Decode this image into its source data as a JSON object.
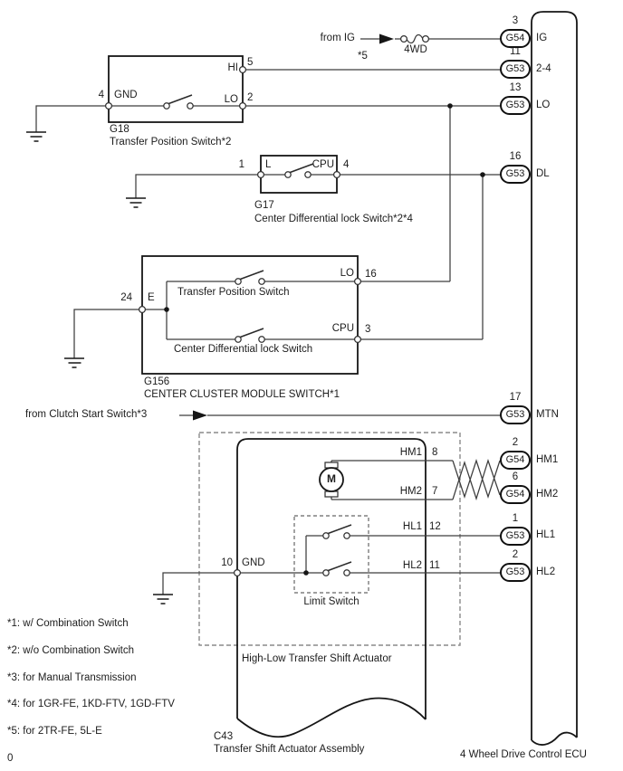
{
  "page": {
    "number": "0"
  },
  "power": {
    "from_ig": "from IG",
    "fuse": "4WD",
    "note5": "*5"
  },
  "clutch": {
    "label": "from Clutch Start Switch*3"
  },
  "g18": {
    "id": "G18",
    "name": "Transfer Position Switch*2",
    "hi": "HI",
    "lo": "LO",
    "gnd": "GND",
    "pin_hi": "5",
    "pin_lo": "2",
    "pin_gnd": "4"
  },
  "g17": {
    "id": "G17",
    "name": "Center Differential lock Switch*2*4",
    "l": "L",
    "cpu": "CPU",
    "pin_l": "1",
    "pin_cpu": "4"
  },
  "g156": {
    "id": "G156",
    "name": "CENTER CLUSTER MODULE SWITCH*1",
    "e": "E",
    "pin_e": "24",
    "sw1": "Transfer Position Switch",
    "sw1_out": "LO",
    "sw1_pin": "16",
    "sw2": "Center Differential lock Switch",
    "sw2_out": "CPU",
    "sw2_pin": "3"
  },
  "actuator": {
    "id": "C43",
    "name": "Transfer Shift Actuator Assembly",
    "hilow": "High-Low Transfer Shift Actuator",
    "limit": "Limit Switch",
    "motor": "M",
    "hm1": "HM1",
    "pin_hm1": "8",
    "hm2": "HM2",
    "pin_hm2": "7",
    "gnd": "GND",
    "pin_gnd": "10",
    "hl1": "HL1",
    "pin_hl1": "12",
    "hl2": "HL2",
    "pin_hl2": "11"
  },
  "ecu": {
    "name": "4 Wheel Drive Control ECU",
    "pins": [
      {
        "num": "3",
        "conn": "G54",
        "label": "IG"
      },
      {
        "num": "11",
        "conn": "G53",
        "label": "2-4"
      },
      {
        "num": "13",
        "conn": "G53",
        "label": "LO"
      },
      {
        "num": "16",
        "conn": "G53",
        "label": "DL"
      },
      {
        "num": "17",
        "conn": "G53",
        "label": "MTN"
      },
      {
        "num": "2",
        "conn": "G54",
        "label": "HM1"
      },
      {
        "num": "6",
        "conn": "G54",
        "label": "HM2"
      },
      {
        "num": "1",
        "conn": "G53",
        "label": "HL1"
      },
      {
        "num": "2",
        "conn": "G53",
        "label": "HL2"
      }
    ]
  },
  "footnotes": [
    "*1: w/ Combination Switch",
    "*2: w/o Combination Switch",
    "*3: for Manual Transmission",
    "*4: for 1GR-FE, 1KD-FTV, 1GD-FTV",
    "*5: for 2TR-FE, 5L-E"
  ],
  "colors": {
    "line": "#3d3d3d",
    "box": "#161616",
    "dashed": "#8a8a8a"
  }
}
